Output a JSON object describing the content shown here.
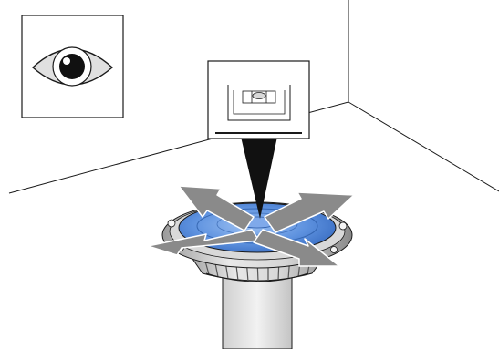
{
  "diagram": {
    "type": "installation-instruction",
    "panels": [
      {
        "name": "eye-inset",
        "icon": "eye-icon"
      },
      {
        "name": "level-inset",
        "icon": "spirit-level-icon"
      }
    ],
    "subject_icon": "floor-drain-icon",
    "adjustment_arrows": 4,
    "colors": {
      "line": "#1a1a1a",
      "drain_blue": "#5b8fde",
      "drain_blue_light": "#8fb4ec",
      "drain_blue_dark": "#2f62b8",
      "arrow_gray": "#8a8a8a",
      "metal_light": "#e3e3e3",
      "metal_mid": "#bdbdbd",
      "metal_dark": "#8c8c8c"
    }
  }
}
